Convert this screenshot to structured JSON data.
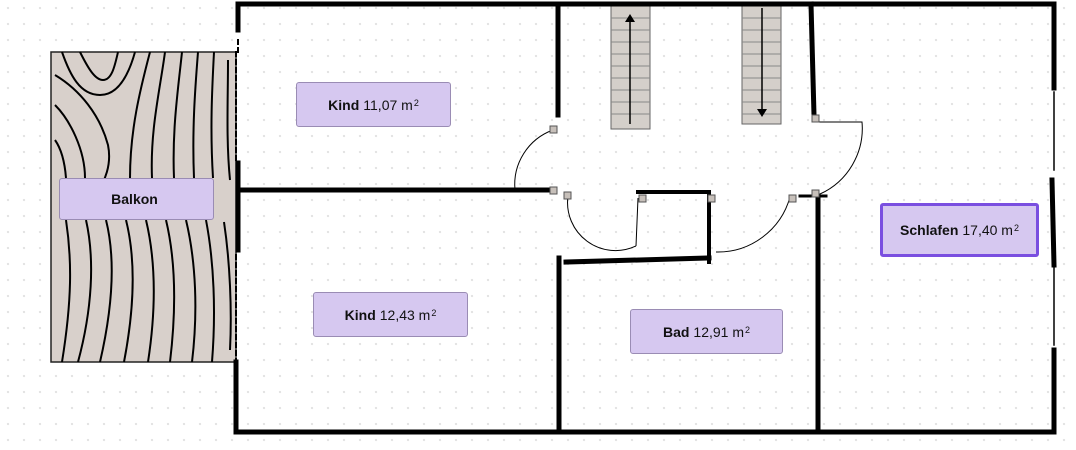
{
  "rooms": {
    "balkon": {
      "name": "Balkon"
    },
    "kind1": {
      "name": "Kind",
      "area": "11,07 m",
      "unit_sup": "2"
    },
    "kind2": {
      "name": "Kind",
      "area": "12,43 m",
      "unit_sup": "2"
    },
    "bad": {
      "name": "Bad",
      "area": "12,91 m",
      "unit_sup": "2"
    },
    "schlafen": {
      "name": "Schlafen",
      "area": "17,40 m",
      "unit_sup": "2",
      "selected": true
    }
  },
  "colors": {
    "wall": "#000000",
    "label_fill": "#d6c8f0",
    "label_border": "#9a8cb4",
    "selection": "#7a4fe0",
    "balcony_fill": "#d8d0cb",
    "stair_fill": "#d4cfca"
  }
}
